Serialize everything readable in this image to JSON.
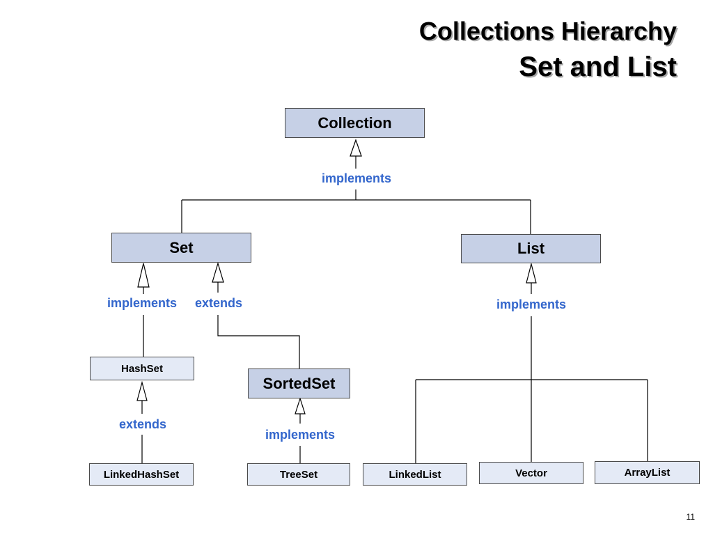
{
  "slide": {
    "title_line1": "Collections Hierarchy",
    "title_line2": "Set and List",
    "page_number": "11"
  },
  "nodes": {
    "collection": "Collection",
    "set": "Set",
    "list": "List",
    "hashset": "HashSet",
    "sortedset": "SortedSet",
    "linkedhashset": "LinkedHashSet",
    "treeset": "TreeSet",
    "linkedlist": "LinkedList",
    "vector": "Vector",
    "arraylist": "ArrayList"
  },
  "edge_labels": {
    "collection_implements": "implements",
    "set_implements": "implements",
    "set_extends": "extends",
    "list_implements": "implements",
    "hashset_extends": "extends",
    "sortedset_implements": "implements"
  },
  "colors": {
    "box_fill": "#c6d0e6",
    "box_fill_light": "#e4eaf6",
    "label_text": "#3366cc"
  }
}
